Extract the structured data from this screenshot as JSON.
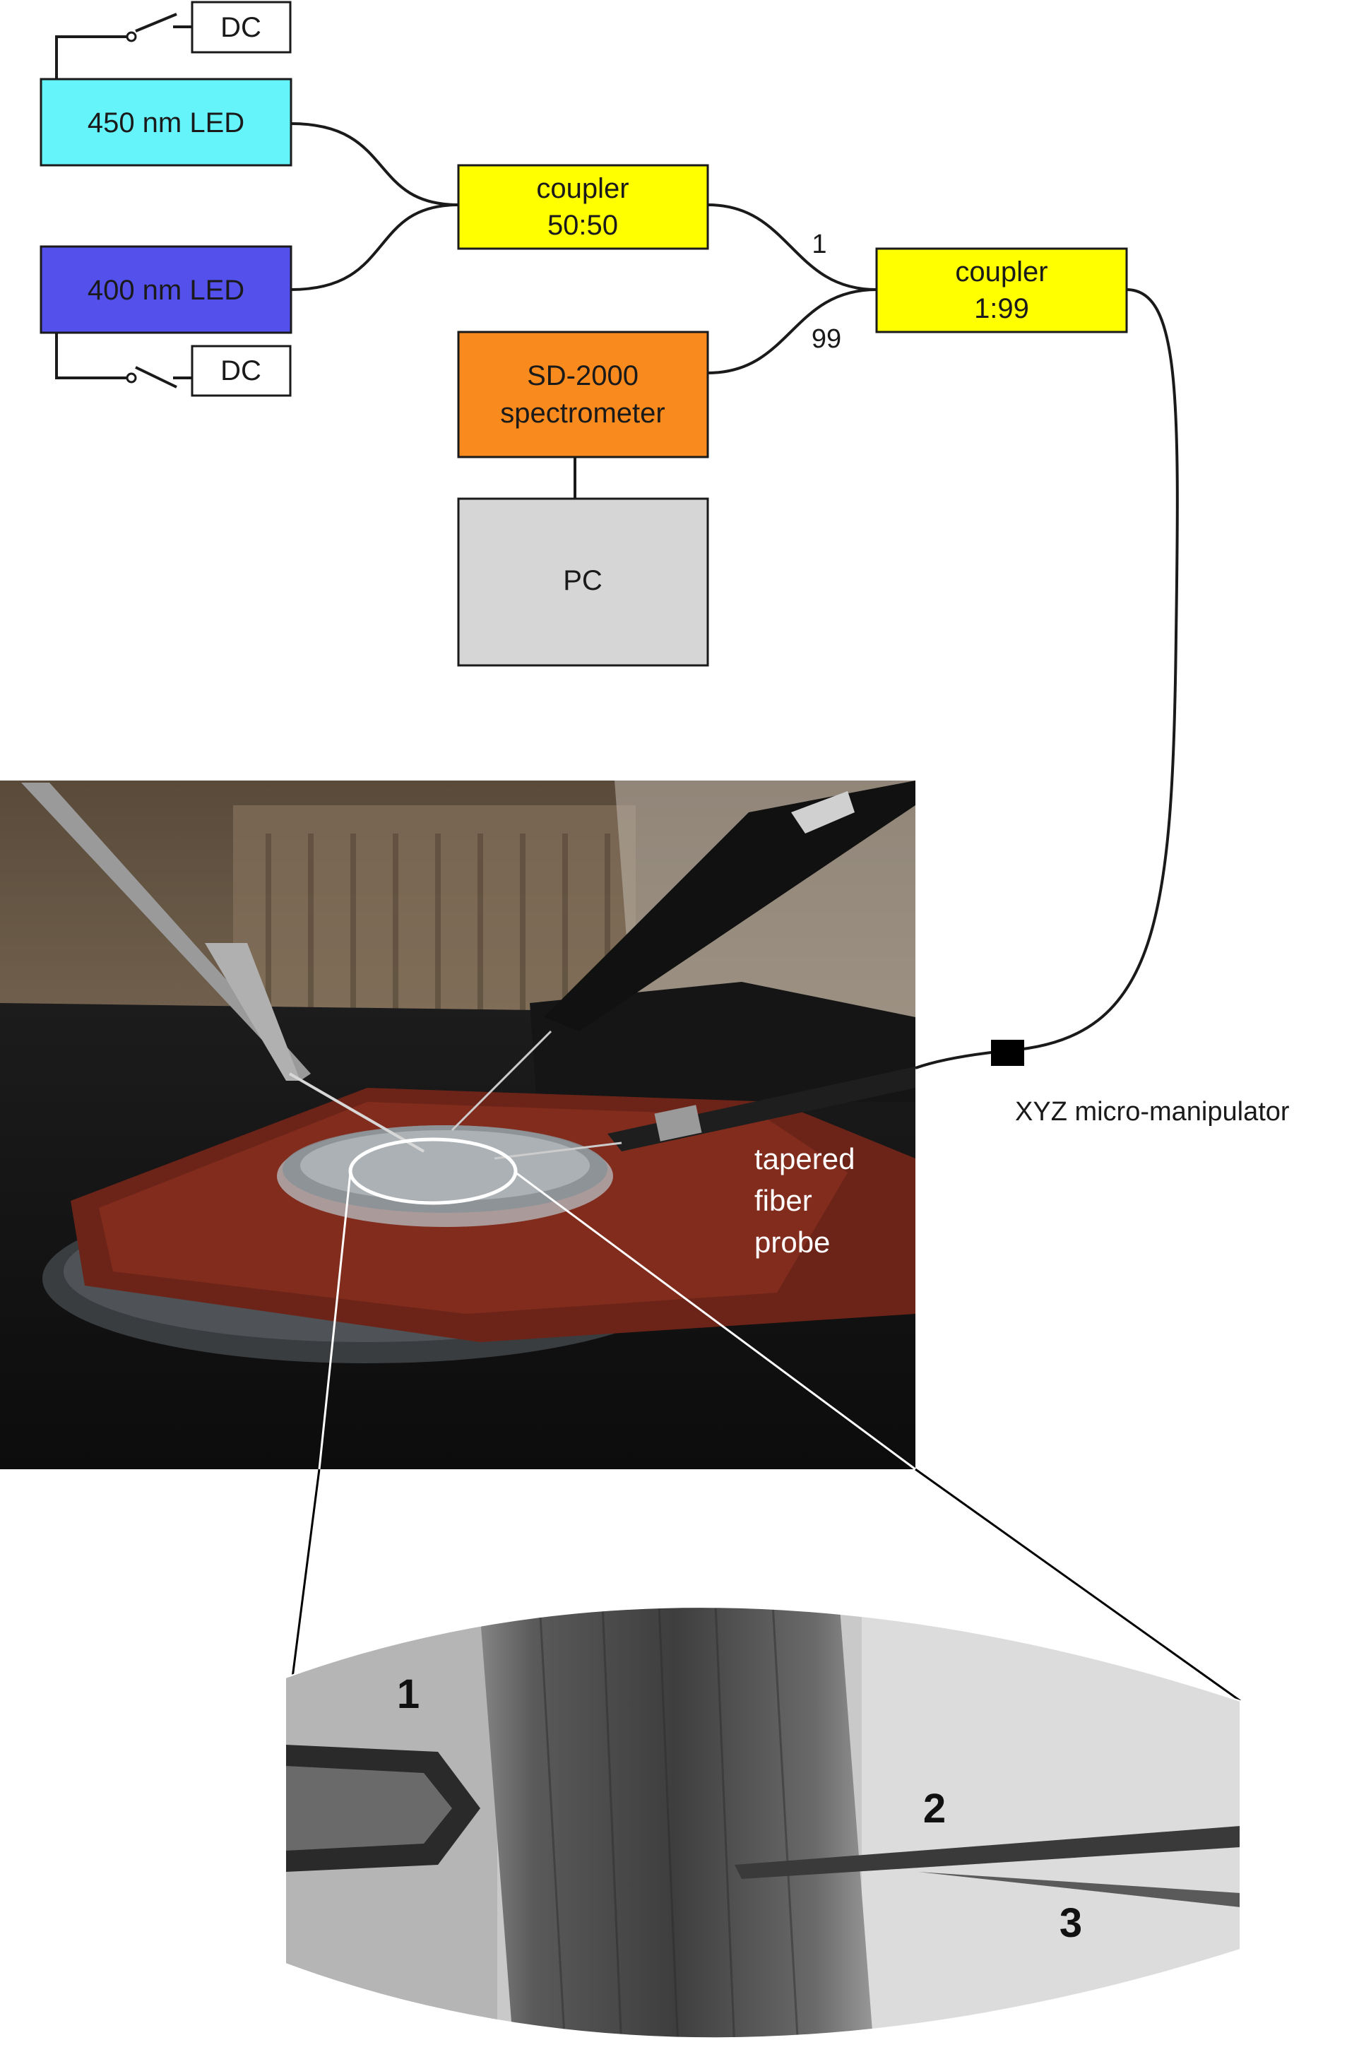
{
  "colors": {
    "led450": "#66f4fb",
    "led400": "#5450ec",
    "coupler": "#ffff00",
    "spectrometer": "#f88a1e",
    "pc": "#d6d6d6",
    "wire": "#1a1a1a"
  },
  "boxes": {
    "dc_top": "DC",
    "led450": "450 nm LED",
    "led400": "400 nm LED",
    "dc_bottom": "DC",
    "coupler1_line1": "coupler",
    "coupler1_line2": "50:50",
    "coupler2_line1": "coupler",
    "coupler2_line2": "1:99",
    "spectrometer_line1": "SD-2000",
    "spectrometer_line2": "spectrometer",
    "pc": "PC"
  },
  "port_labels": {
    "ratio_1": "1",
    "ratio_99": "99"
  },
  "photo": {
    "manipulator_label": "XYZ micro-manipulator",
    "probe_label_lines": [
      "tapered",
      "fiber",
      "probe"
    ]
  },
  "micrograph": {
    "labels": [
      "1",
      "2",
      "3"
    ]
  }
}
